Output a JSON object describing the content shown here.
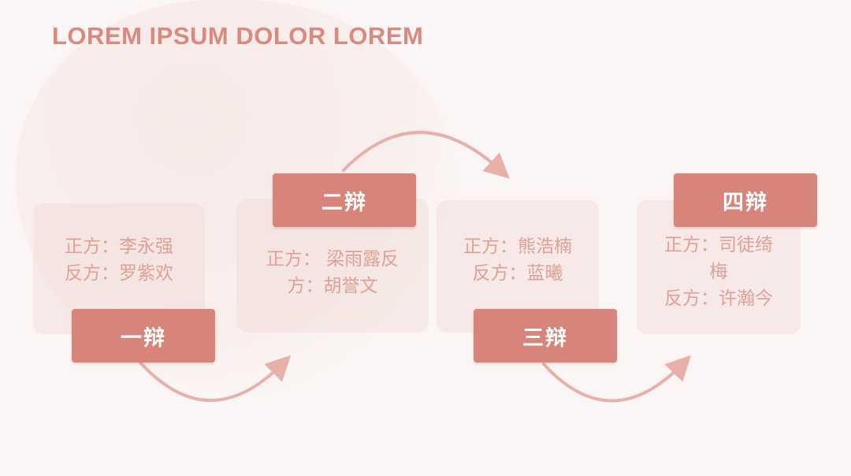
{
  "title": "LOREM IPSUM DOLOR LOREM",
  "rounds": [
    {
      "tag": "一辩",
      "lines": [
        "正方：李永强",
        "反方：罗紫欢"
      ]
    },
    {
      "tag": "二辩",
      "lines": [
        "正方：  梁雨露反",
        "方：胡誉文"
      ]
    },
    {
      "tag": "三辩",
      "lines": [
        "正方：熊浩楠",
        "反方：蓝曦"
      ]
    },
    {
      "tag": "四辩",
      "lines": [
        "正方：司徒绮",
        "梅",
        "反方：许瀚今"
      ]
    }
  ],
  "colors": {
    "accent": "#d7847a",
    "title": "#d98a7f",
    "text": "#dfa096",
    "arc": "#e7b1aa",
    "panel": "#f3deda"
  }
}
